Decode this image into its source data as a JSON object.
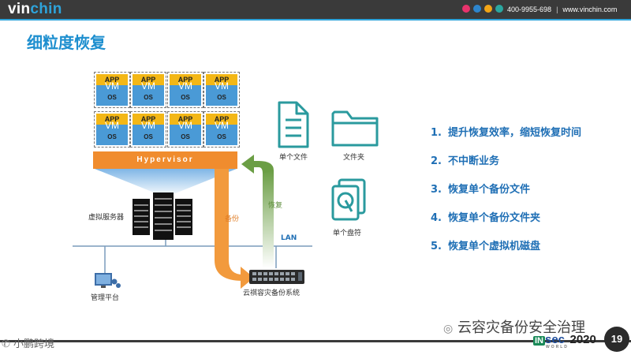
{
  "header": {
    "logo_part1": "vin",
    "logo_part2": "chin",
    "phone": "400-9955-698",
    "website": "www.vinchin.com",
    "dot_colors": [
      "#e8336c",
      "#2d85cc",
      "#f2a516",
      "#2aa7a0"
    ]
  },
  "page_title": "细粒度恢复",
  "diagram": {
    "vm_app_label": "APP",
    "vm_label": "VM",
    "vm_os_label": "OS",
    "hypervisor_label": "Hypervisor",
    "server_label": "虚拟服务器",
    "backup_label": "备份",
    "restore_label": "恢复",
    "lan_label": "LAN",
    "file_label": "单个文件",
    "folder_label": "文件夹",
    "disk_label": "单个盘符",
    "mgmt_label": "管理平台",
    "system_label": "云祺容灾备份系统"
  },
  "features": [
    {
      "num": "1.",
      "text": "提升恢复效率，缩短恢复时间"
    },
    {
      "num": "2.",
      "text": "不中断业务"
    },
    {
      "num": "3.",
      "text": "恢复单个备份文件"
    },
    {
      "num": "4.",
      "text": "恢复单个备份文件夹"
    },
    {
      "num": "5.",
      "text": "恢复单个虚拟机磁盘"
    }
  ],
  "footer": {
    "watermark_right": "云容灾备份安全治理",
    "watermark_left": "小鹏跨境",
    "insec_in": "IN",
    "insec_sec": "sec",
    "insec_year": "2020",
    "insec_sub": "WORLD",
    "page_number": "19"
  }
}
